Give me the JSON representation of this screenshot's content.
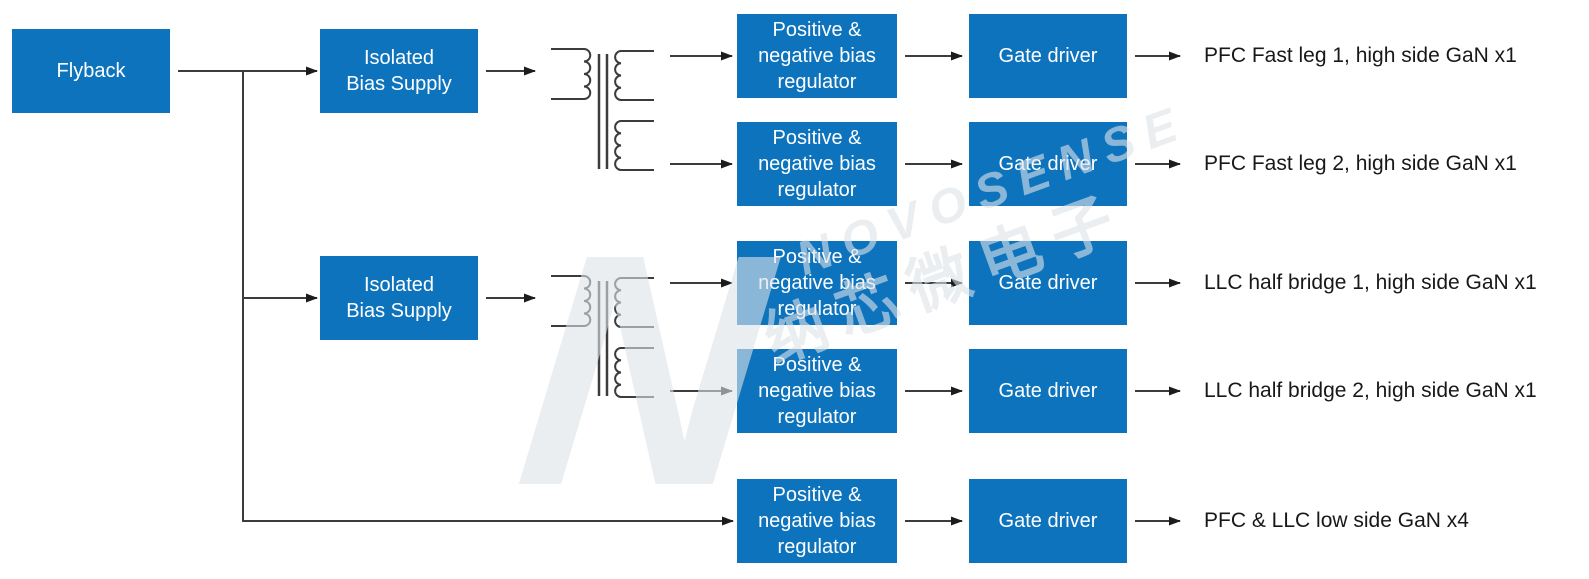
{
  "blocks": {
    "flyback": "Flyback",
    "bias_supply_1": "Isolated\nBias Supply",
    "bias_supply_2": "Isolated\nBias Supply"
  },
  "rows": [
    {
      "regulator": "Positive &\nnegative bias\nregulator",
      "gate_driver": "Gate driver",
      "output": "PFC Fast leg 1, high side GaN x1"
    },
    {
      "regulator": "Positive &\nnegative bias\nregulator",
      "gate_driver": "Gate driver",
      "output": "PFC Fast leg 2, high side GaN x1"
    },
    {
      "regulator": "Positive &\nnegative bias\nregulator",
      "gate_driver": "Gate driver",
      "output": "LLC half bridge 1, high side GaN x1"
    },
    {
      "regulator": "Positive &\nnegative bias\nregulator",
      "gate_driver": "Gate driver",
      "output": "LLC half bridge 2, high side GaN x1"
    },
    {
      "regulator": "Positive &\nnegative bias\nregulator",
      "gate_driver": "Gate driver",
      "output": "PFC & LLC low side GaN x4"
    }
  ],
  "watermark": {
    "logo_letter": "N",
    "line1": "NOVOSENSE",
    "line2": "纳芯微电子"
  },
  "colors": {
    "block_fill": "#0d73bd",
    "block_text": "#ffffff",
    "connector": "#3c3c3c",
    "label_text": "#181818",
    "watermark": "rgba(222,227,232,0.6)"
  }
}
